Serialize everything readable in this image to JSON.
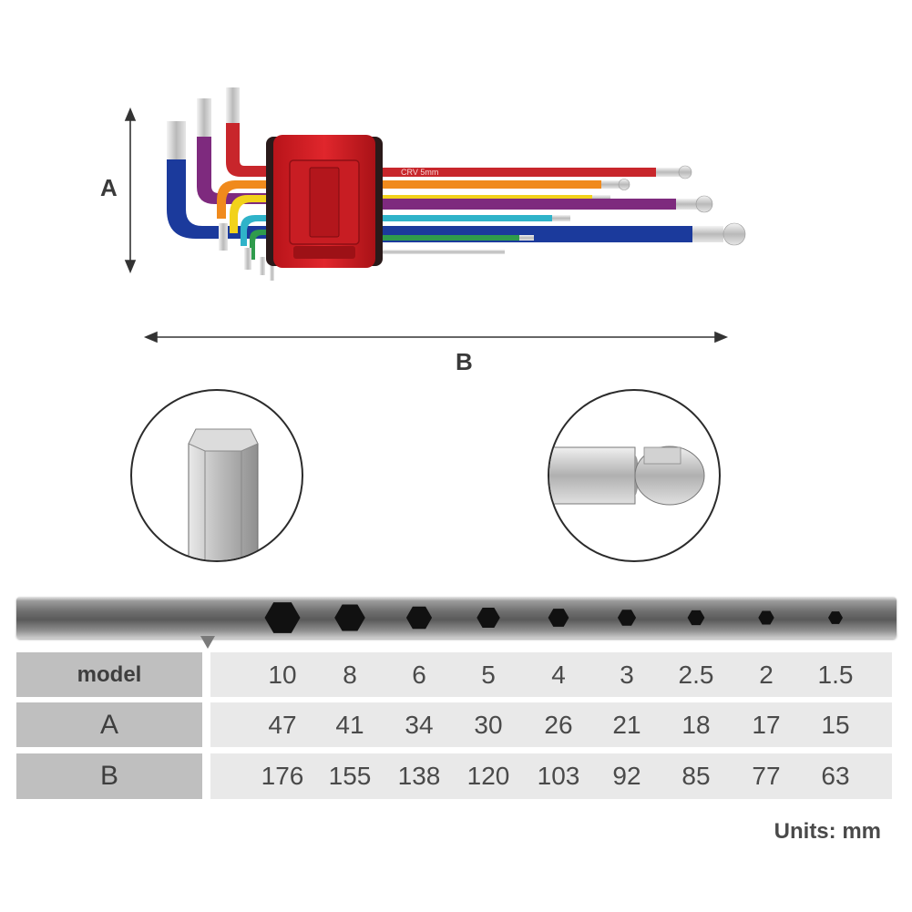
{
  "dimensions": {
    "a_label": "A",
    "b_label": "B"
  },
  "key_marking": "CRV 5mm",
  "table": {
    "rows": [
      {
        "label": "model",
        "values": [
          "10",
          "8",
          "6",
          "5",
          "4",
          "3",
          "2.5",
          "2",
          "1.5"
        ]
      },
      {
        "label": "A",
        "values": [
          "47",
          "41",
          "34",
          "30",
          "26",
          "21",
          "18",
          "17",
          "15"
        ]
      },
      {
        "label": "B",
        "values": [
          "176",
          "155",
          "138",
          "120",
          "103",
          "92",
          "85",
          "77",
          "63"
        ]
      }
    ]
  },
  "units_note": "Units: mm",
  "key_colors": [
    "#c8262b",
    "#f08a1c",
    "#f2d21b",
    "#7e2a7e",
    "#2fb3c9",
    "#2f9b4c",
    "#1b3a9c",
    "#9a9a9a",
    "#606060"
  ]
}
